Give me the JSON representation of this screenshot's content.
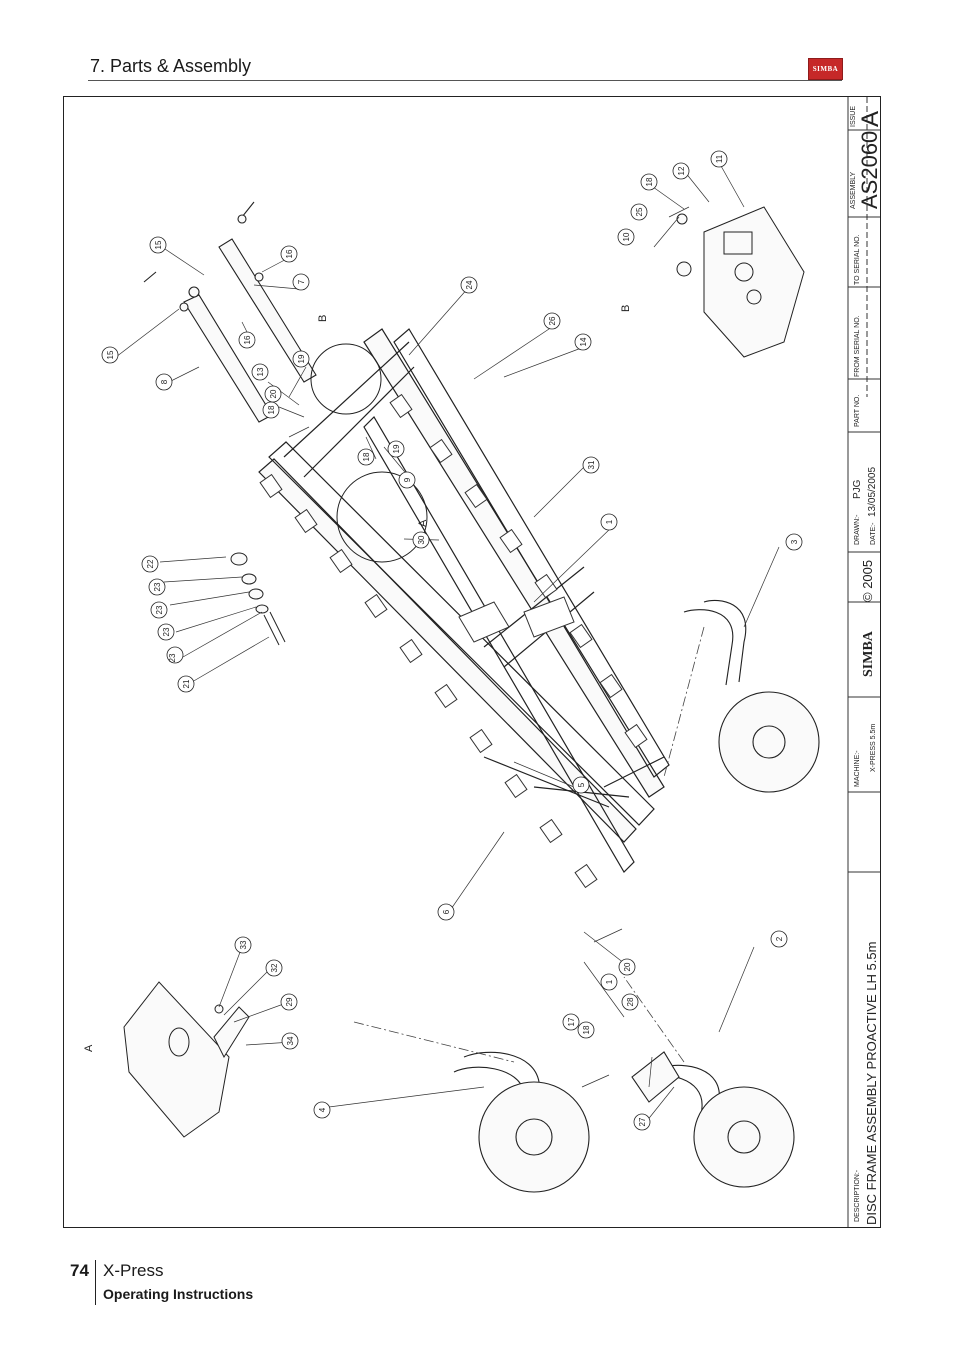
{
  "header": {
    "section_title": "7. Parts & Assembly",
    "logo_text": "SIMBA"
  },
  "footer": {
    "page_number": "74",
    "product": "X-Press",
    "subtitle": "Operating Instructions"
  },
  "title_block": {
    "issue_label": "ISSUE",
    "issue_value": "A",
    "assembly_label": "ASSEMBLY",
    "assembly_value": "AS2060",
    "to_serial_label": "TO SERIAL NO.",
    "from_serial_label": "FROM SERIAL NO.",
    "part_no_label": "PART NO.",
    "drawn_label": "DRAWN:-",
    "drawn_value": "PJG",
    "date_label": "DATE:-",
    "date_value": "13/05/2005",
    "copyright": "© 2005",
    "brand": "SIMBA",
    "machine_label": "MACHINE:-",
    "machine_value": "X-PRESS 5.5m",
    "description_label": "DESCRIPTION:-",
    "description_value": "DISC FRAME ASSEMBLY PROACTIVE LH 5.5m"
  },
  "detail_labels": {
    "a": "A",
    "b": "B"
  },
  "callouts": [
    "1",
    "2",
    "3",
    "4",
    "5",
    "6",
    "7",
    "8",
    "9",
    "10",
    "11",
    "12",
    "13",
    "14",
    "15",
    "16",
    "17",
    "18",
    "19",
    "20",
    "21",
    "22",
    "23",
    "24",
    "25",
    "26",
    "27",
    "28",
    "29",
    "30",
    "31",
    "32",
    "33",
    "34"
  ]
}
